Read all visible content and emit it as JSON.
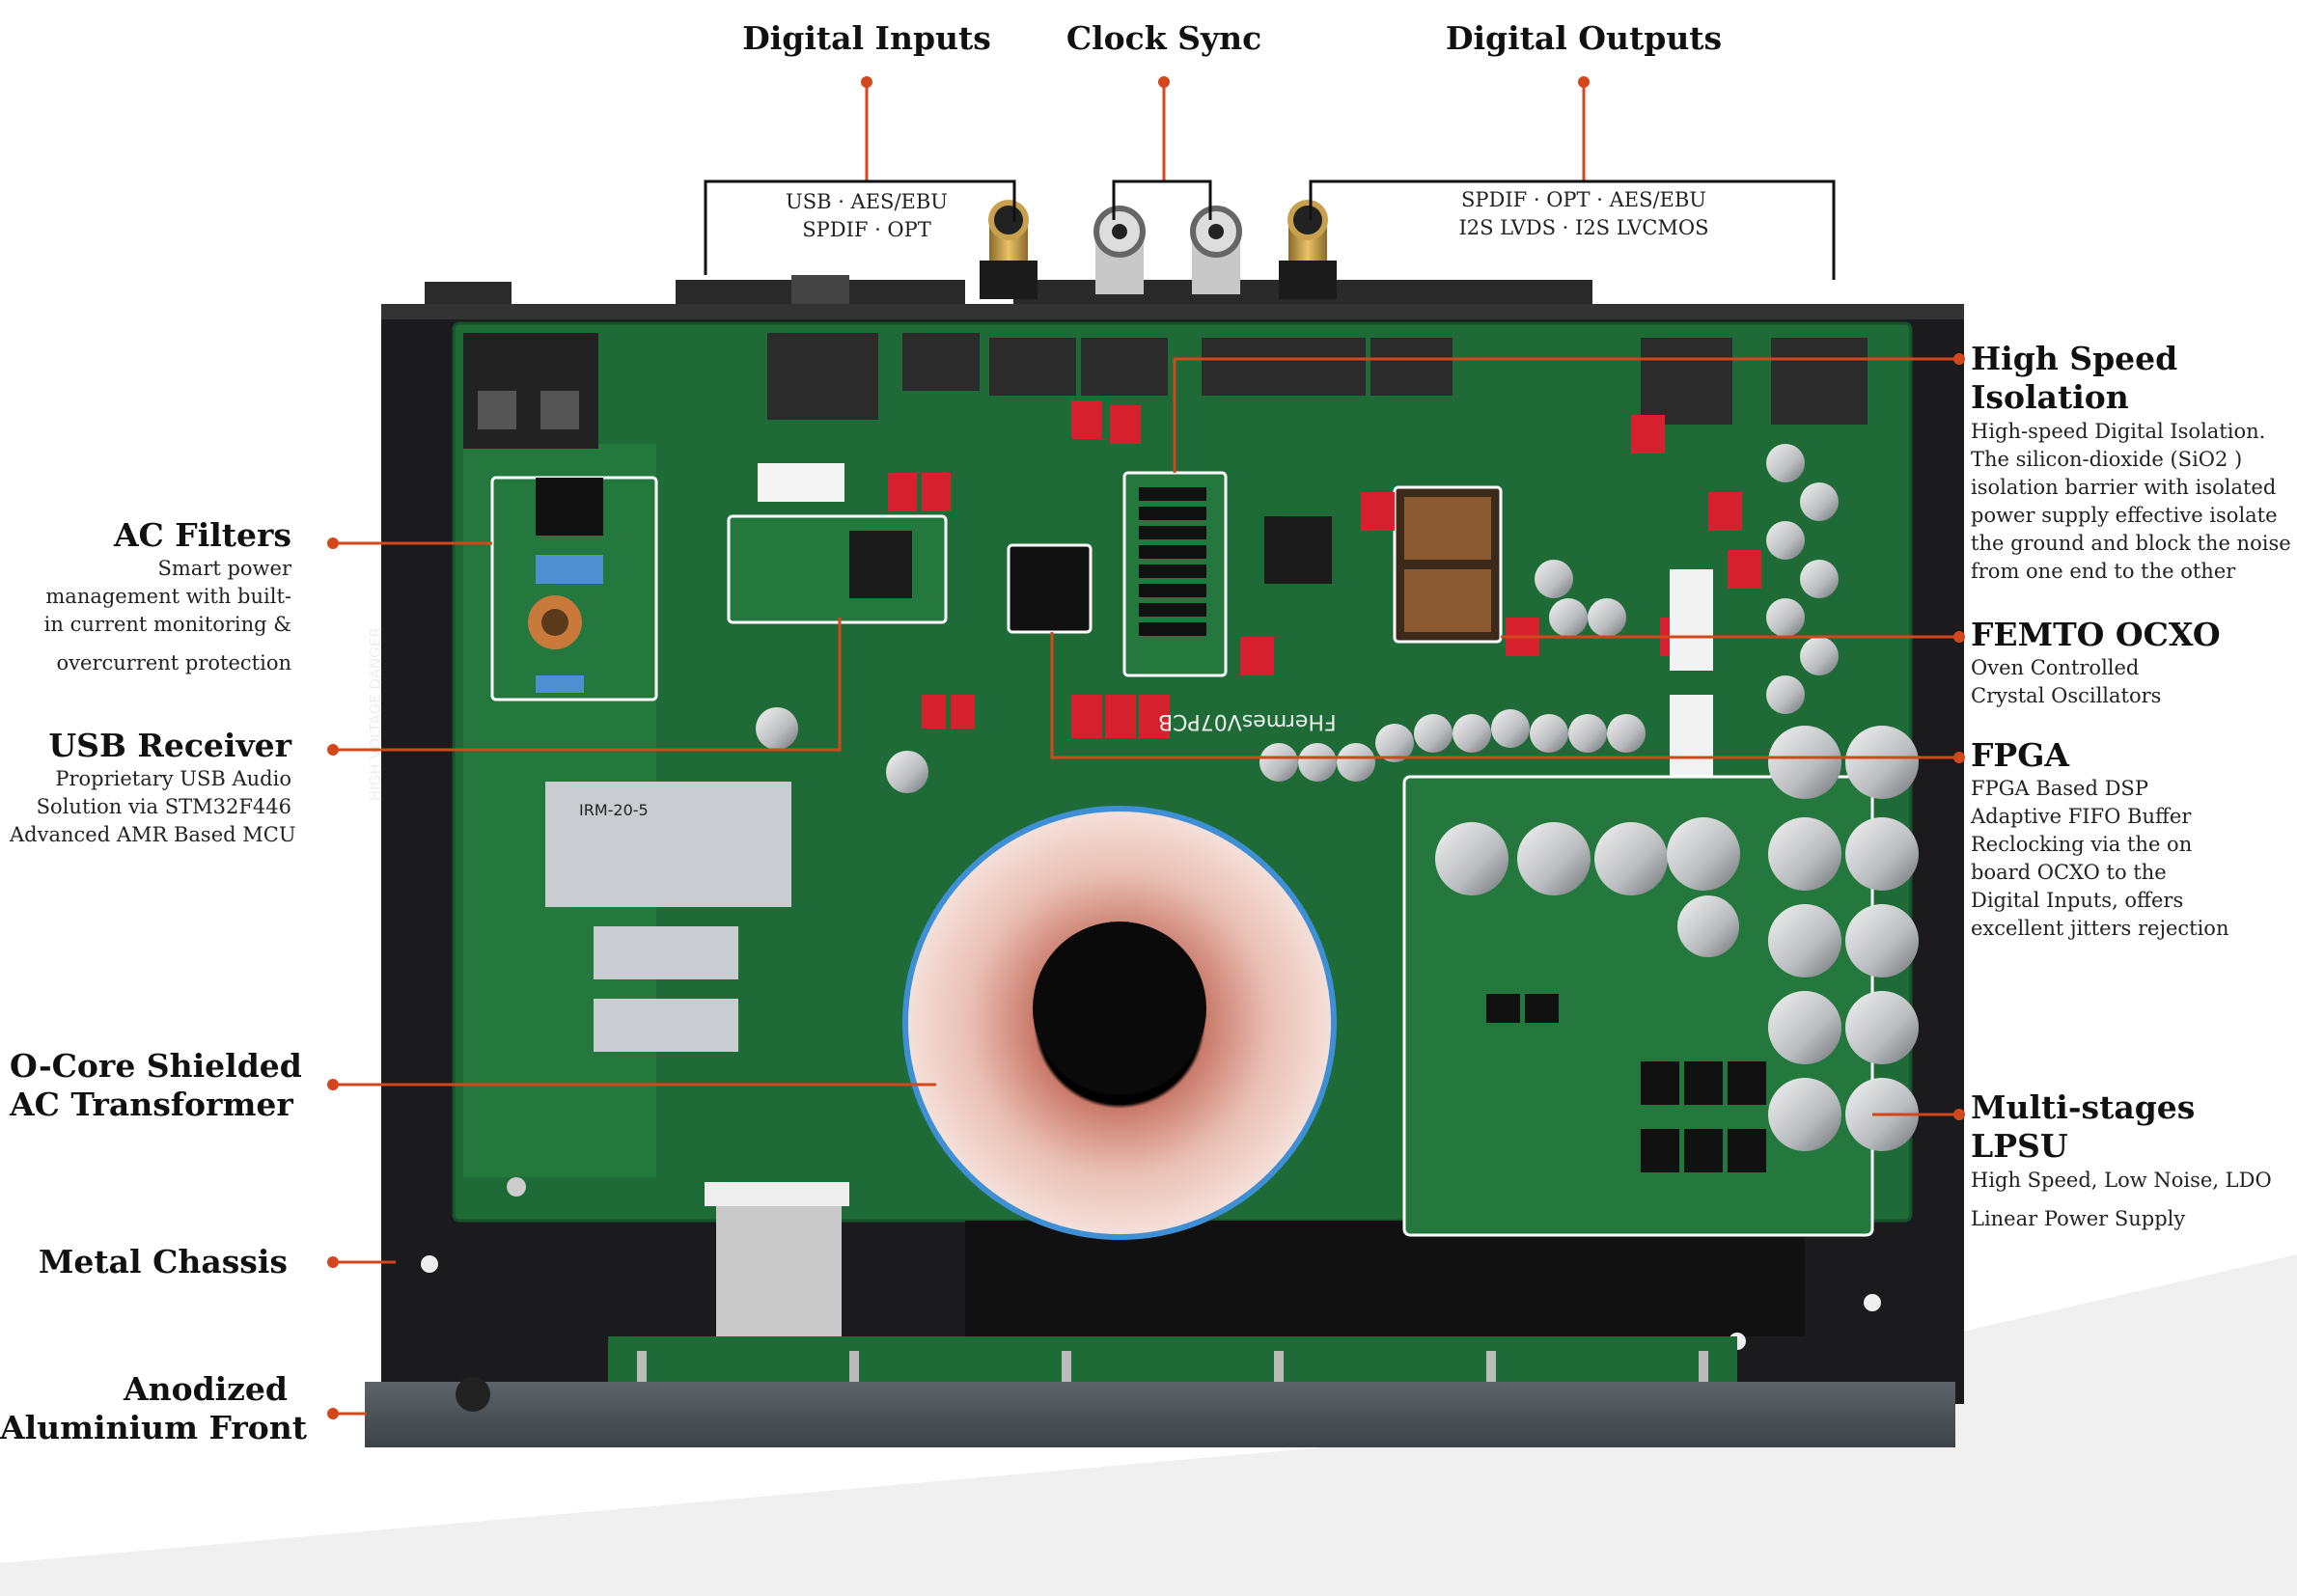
{
  "top_labels": {
    "digital_inputs": {
      "title": "Digital Inputs",
      "sub": [
        "USB · AES/EBU",
        "SPDIF · OPT"
      ]
    },
    "clock_sync": {
      "title": "Clock Sync"
    },
    "digital_outputs": {
      "title": "Digital Outputs",
      "sub": [
        "SPDIF · OPT · AES/EBU",
        "I2S LVDS · I2S LVCMOS"
      ]
    }
  },
  "left_labels": {
    "ac_filters": {
      "title": "AC Filters",
      "desc": [
        "Smart power",
        "management with built-",
        "in current monitoring &",
        "overcurrent protection"
      ]
    },
    "usb_receiver": {
      "title": "USB Receiver",
      "desc": [
        "Proprietary USB Audio",
        "Solution via STM32F446",
        "Advanced AMR Based MCU"
      ]
    },
    "transformer": {
      "title": [
        "O-Core Shielded",
        "AC Transformer"
      ]
    },
    "chassis": {
      "title": "Metal Chassis"
    },
    "front": {
      "title": [
        "Anodized",
        "Aluminium Front"
      ]
    }
  },
  "right_labels": {
    "isolation": {
      "title": [
        "High Speed",
        "Isolation"
      ],
      "desc": [
        "High-speed Digital Isolation.",
        "The silicon-dioxide (SiO2 )",
        "isolation barrier with isolated",
        "power supply effective isolate",
        "the ground and block the noise",
        "from one end to the other"
      ]
    },
    "ocxo": {
      "title": "FEMTO OCXO",
      "desc": [
        "Oven Controlled",
        "Crystal Oscillators"
      ]
    },
    "fpga": {
      "title": "FPGA",
      "desc": [
        "FPGA Based DSP",
        "Adaptive FIFO Buffer",
        "Reclocking via the on",
        "board OCXO to the",
        "Digital Inputs, offers",
        "excellent jitters rejection"
      ]
    },
    "lpsu": {
      "title": "Multi-stages LPSU",
      "desc": [
        "High Speed, Low Noise, LDO",
        "Linear Power Supply"
      ]
    }
  },
  "board_text": {
    "pcb_name": "FHermesV07PCB",
    "hv_warning": "HIGH VOLTAGE DANGER",
    "psu_module": "IRM-20-5"
  },
  "colors": {
    "accent": "#d4461c",
    "pcb": "#1f6b37",
    "chassis": "#1a1a1c",
    "front": "#4a4f54"
  }
}
